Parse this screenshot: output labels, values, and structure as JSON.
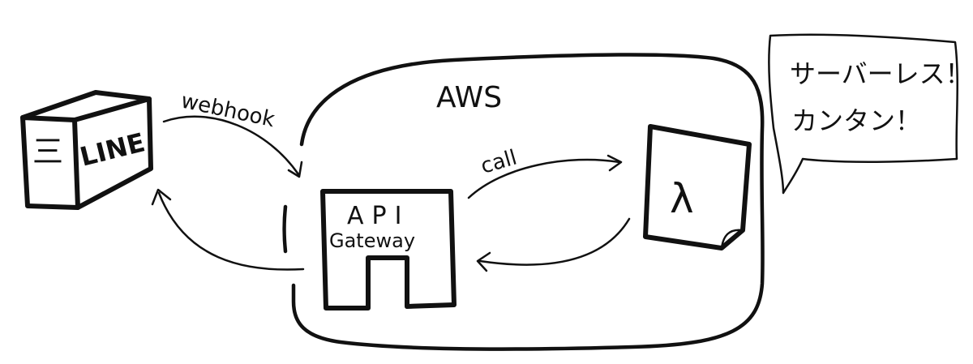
{
  "labels": {
    "line": "LINE",
    "line_logo_glyph": "三",
    "webhook": "webhook",
    "aws": "AWS",
    "call": "call",
    "api_line1": "API",
    "api_line2": "Gateway",
    "lambda_glyph": "λ",
    "speech_line1": "サーバーレス！",
    "speech_line2": "カンタン！"
  }
}
